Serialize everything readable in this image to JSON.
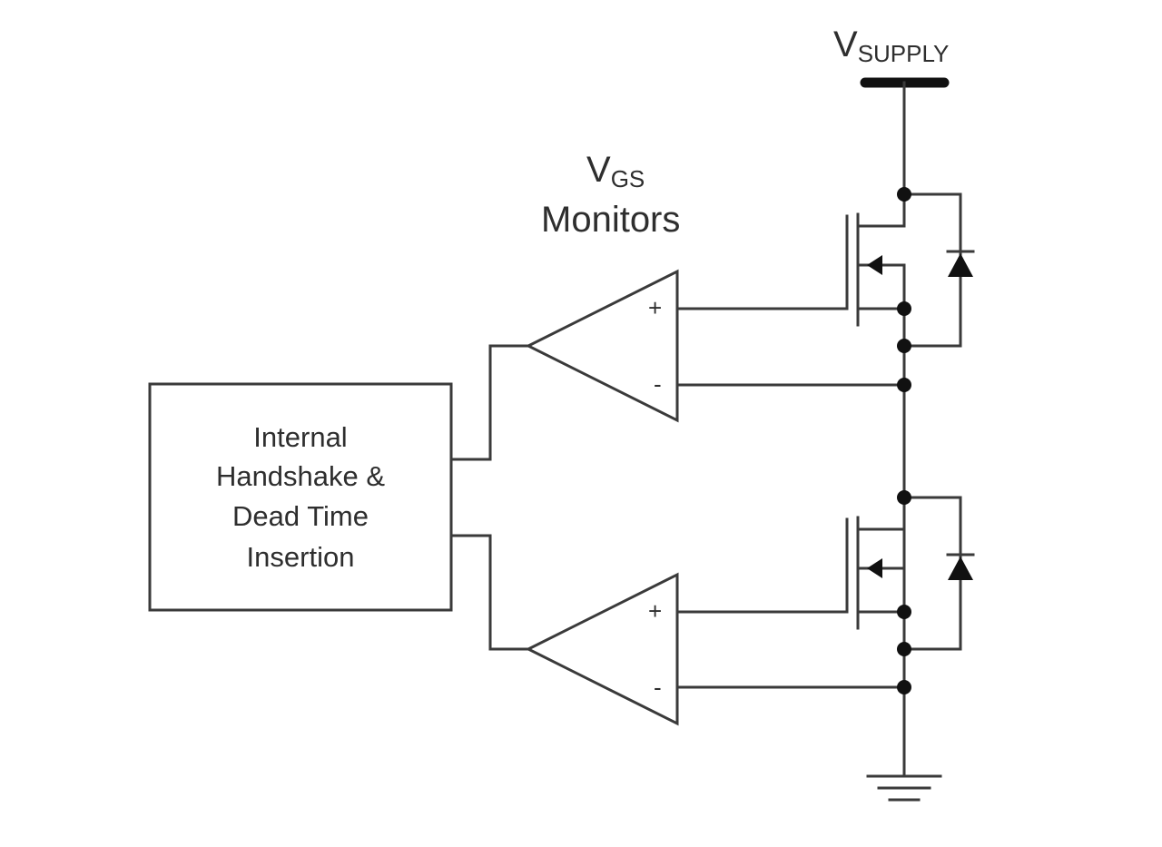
{
  "supply": {
    "main": "V",
    "sub": "SUPPLY"
  },
  "monitors": {
    "main": "V",
    "sub": "GS",
    "line2": "Monitors"
  },
  "block": {
    "lines": [
      "Internal",
      "Handshake &",
      "Dead Time",
      "Insertion"
    ]
  },
  "comparator": {
    "plus": "+",
    "minus": "-"
  },
  "colors": {
    "wire": "#3a3a3a",
    "ink": "#111111",
    "text": "#2e2e2e"
  }
}
